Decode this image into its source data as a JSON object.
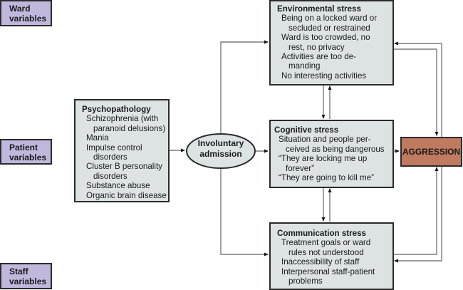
{
  "variables": {
    "ward": [
      "Ward",
      "variables"
    ],
    "patient": [
      "Patient",
      "variables"
    ],
    "staff": [
      "Staff",
      "variables"
    ]
  },
  "psychopathology": {
    "title": "Psychopathology",
    "lines": [
      {
        "t": "Schizophrenia (with",
        "k": "item"
      },
      {
        "t": "paranoid delusions)",
        "k": "cont"
      },
      {
        "t": "Mania",
        "k": "item"
      },
      {
        "t": "Impulse control",
        "k": "item"
      },
      {
        "t": "disorders",
        "k": "cont"
      },
      {
        "t": "Cluster B personality",
        "k": "item"
      },
      {
        "t": "disorders",
        "k": "cont"
      },
      {
        "t": "Substance abuse",
        "k": "item"
      },
      {
        "t": "Organic brain disease",
        "k": "item"
      }
    ]
  },
  "admission": [
    "Involuntary",
    "admission"
  ],
  "environmental": {
    "title": "Environmental stress",
    "lines": [
      {
        "t": "Being on a locked ward or",
        "k": "item"
      },
      {
        "t": "secluded or restrained",
        "k": "cont"
      },
      {
        "t": "Ward is too crowded, no",
        "k": "item"
      },
      {
        "t": "rest, no privacy",
        "k": "cont"
      },
      {
        "t": "Activities are too de-",
        "k": "item"
      },
      {
        "t": "manding",
        "k": "cont"
      },
      {
        "t": "No interesting activities",
        "k": "item"
      }
    ]
  },
  "cognitive": {
    "title": "Cognitive stress",
    "lines": [
      {
        "t": "Situation and people per-",
        "k": "item"
      },
      {
        "t": "ceived as being dangerous",
        "k": "cont"
      },
      {
        "t": "“They are locking me up",
        "k": "item"
      },
      {
        "t": "forever”",
        "k": "cont"
      },
      {
        "t": "“They are going to kill me”",
        "k": "item"
      }
    ]
  },
  "communication": {
    "title": "Communication stress",
    "lines": [
      {
        "t": "Treatment goals or ward",
        "k": "item"
      },
      {
        "t": "rules not understood",
        "k": "cont"
      },
      {
        "t": "Inaccessibility of staff",
        "k": "item"
      },
      {
        "t": "Interpersonal staff-patient",
        "k": "item"
      },
      {
        "t": "problems",
        "k": "cont"
      }
    ]
  },
  "aggression": "AGGRESSION",
  "colors": {
    "variable_fill": "#c1b6dc",
    "stress_fill": "#dde2e3",
    "aggression_fill": "#c07a60",
    "line": "#7a7a7a"
  }
}
